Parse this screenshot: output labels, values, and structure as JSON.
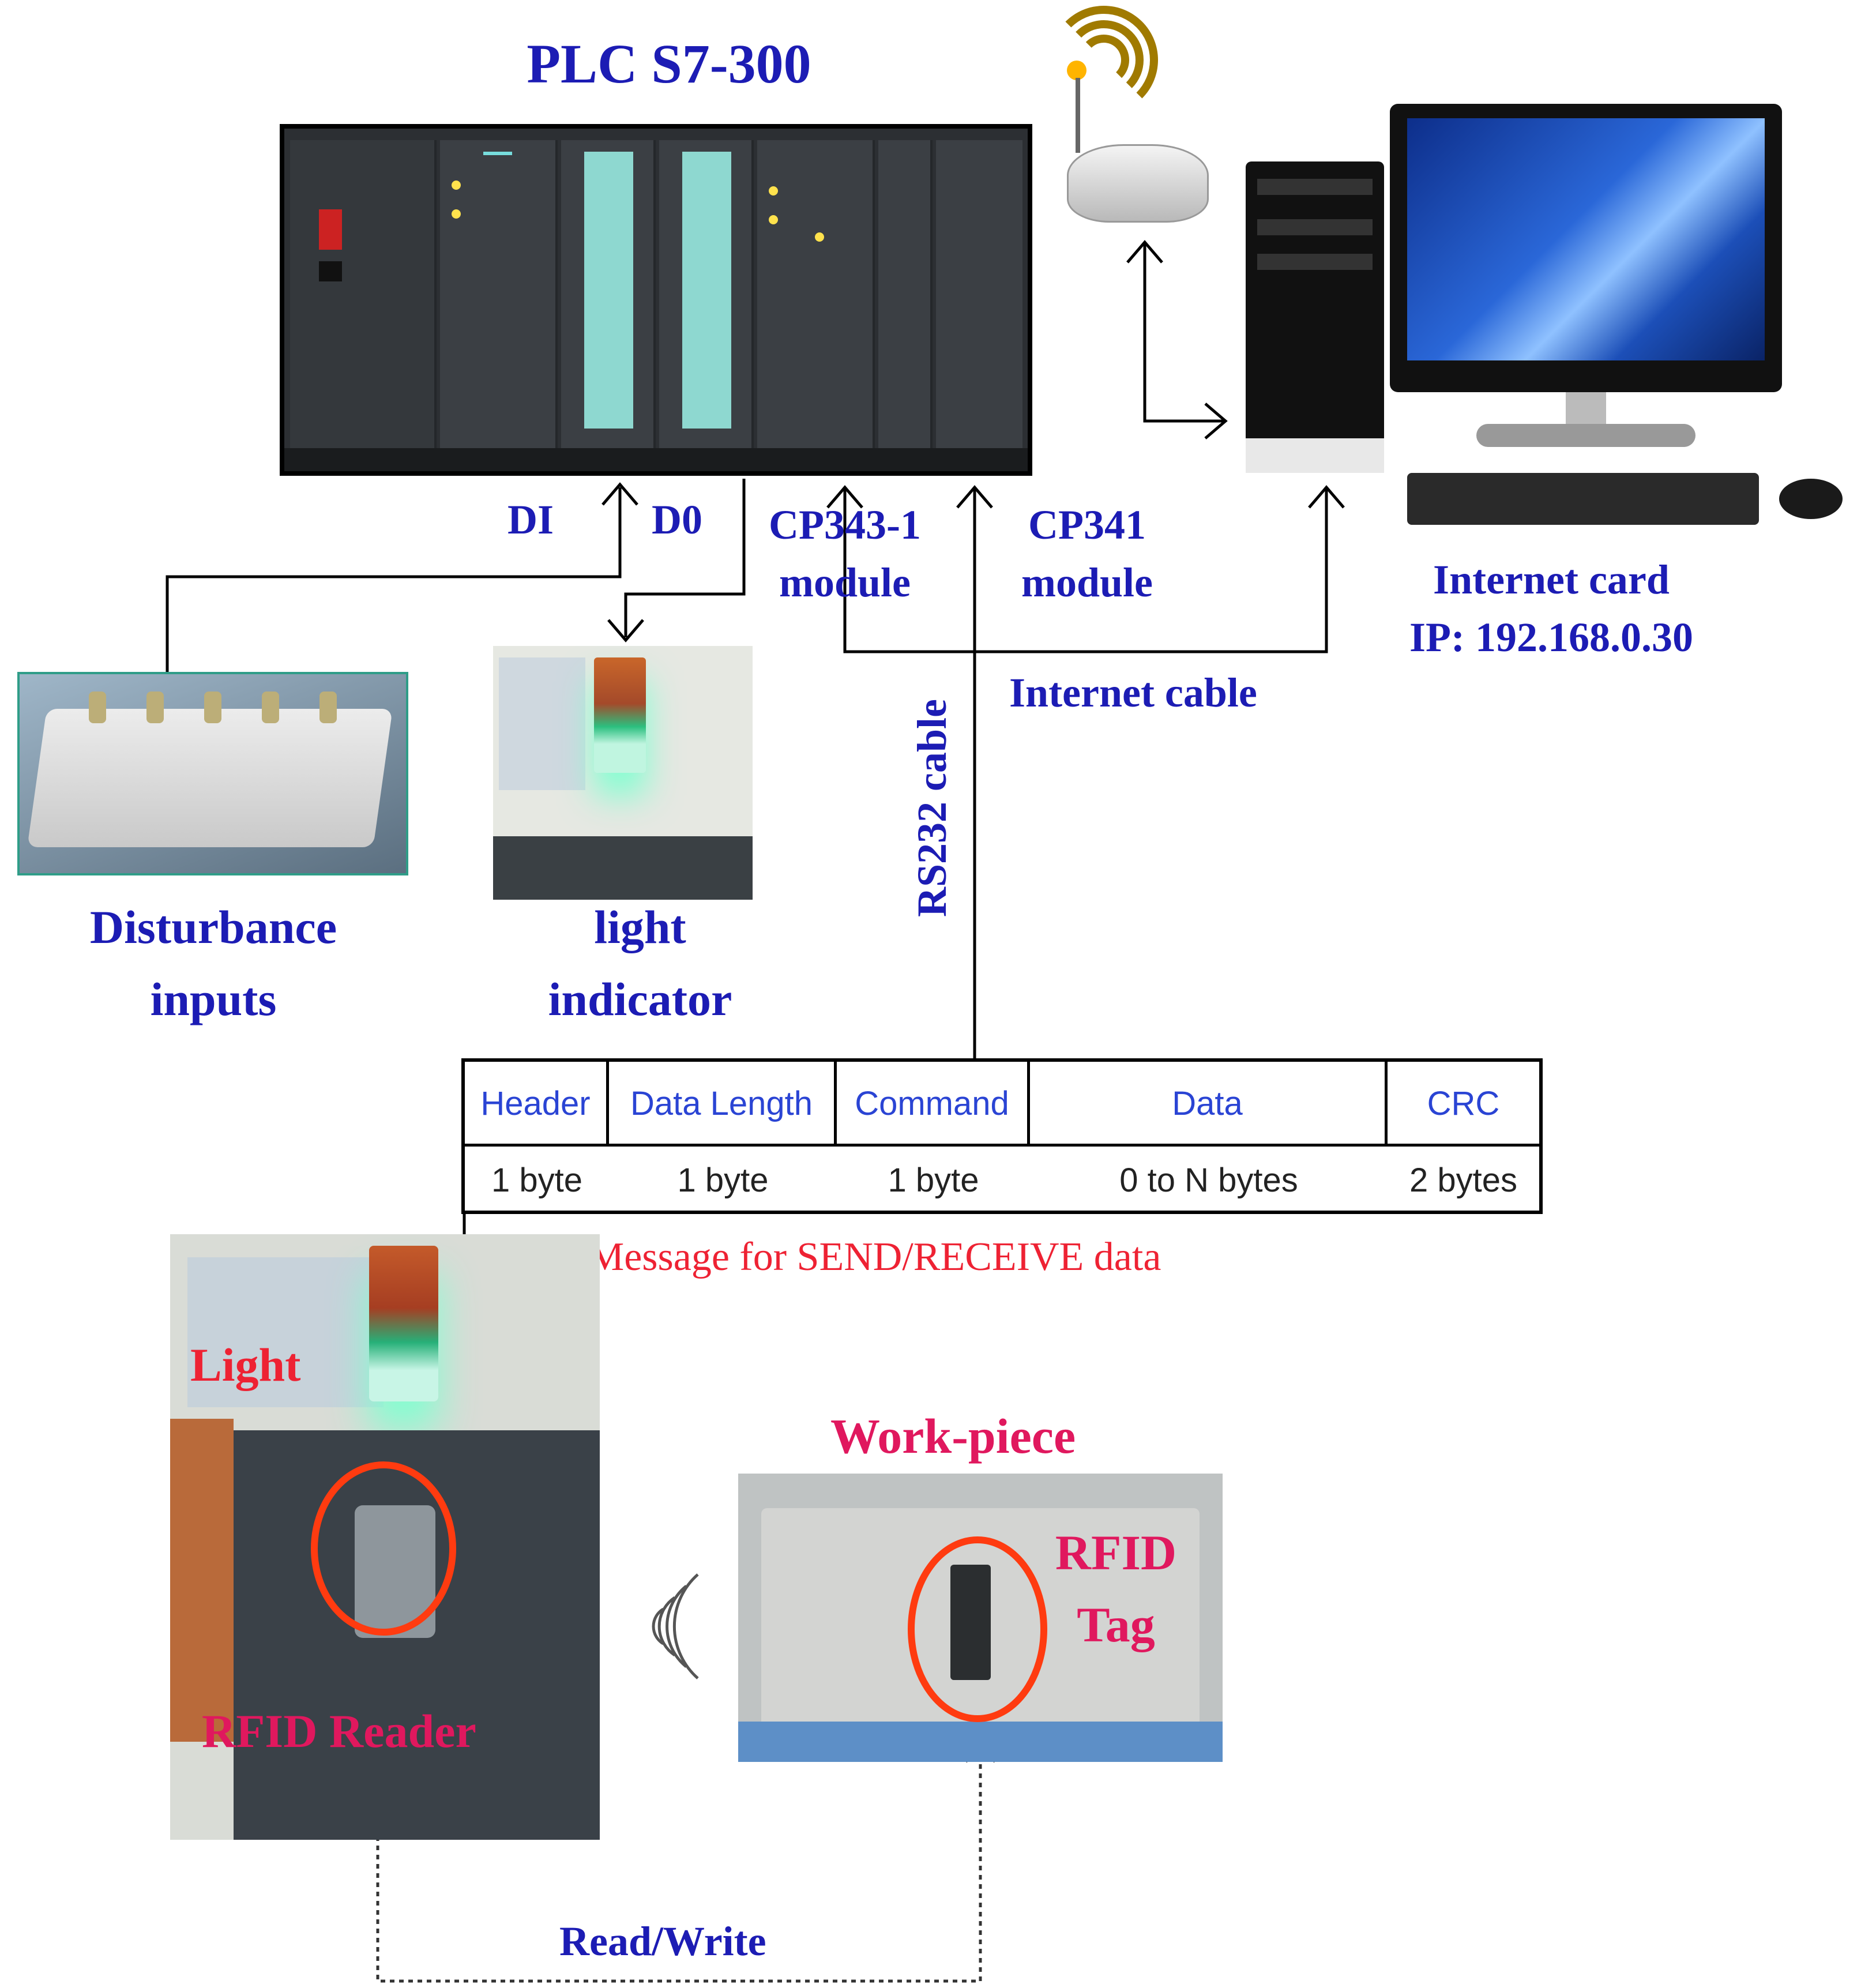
{
  "plc": {
    "title": "PLC S7-300"
  },
  "ports": {
    "di": "DI",
    "do": "D0",
    "cp343_line1": "CP343-1",
    "cp343_line2": "module",
    "cp341_line1": "CP341",
    "cp341_line2": "module"
  },
  "computer": {
    "card_line1": "Internet card",
    "card_line2": "IP: 192.168.0.30"
  },
  "cables": {
    "internet": "Internet cable",
    "rs232": "RS232 cable"
  },
  "devices": {
    "disturbance_line1": "Disturbance",
    "disturbance_line2": "inputs",
    "light_line1": "light",
    "light_line2": "indicator"
  },
  "message": {
    "fields": [
      {
        "name": "Header",
        "size": "1 byte"
      },
      {
        "name": "Data  Length",
        "size": "1 byte"
      },
      {
        "name": "Command",
        "size": "1 byte"
      },
      {
        "name": "Data",
        "size": "0 to N bytes"
      },
      {
        "name": "CRC",
        "size": "2 bytes"
      }
    ],
    "caption": "Message for SEND/RECEIVE  data"
  },
  "reader": {
    "light_label": "Light",
    "reader_label": "RFID Reader"
  },
  "workpiece": {
    "title": "Work-piece",
    "tag_line1": "RFID",
    "tag_line2": "Tag"
  },
  "link": {
    "read_write": "Read/Write"
  },
  "colors": {
    "label_blue": "#1c1cb4",
    "caption_red": "#ee2233",
    "photo_label_pink": "#e0185e",
    "highlight_ellipse": "#ff3b10",
    "table_text": "#2a44d4"
  }
}
